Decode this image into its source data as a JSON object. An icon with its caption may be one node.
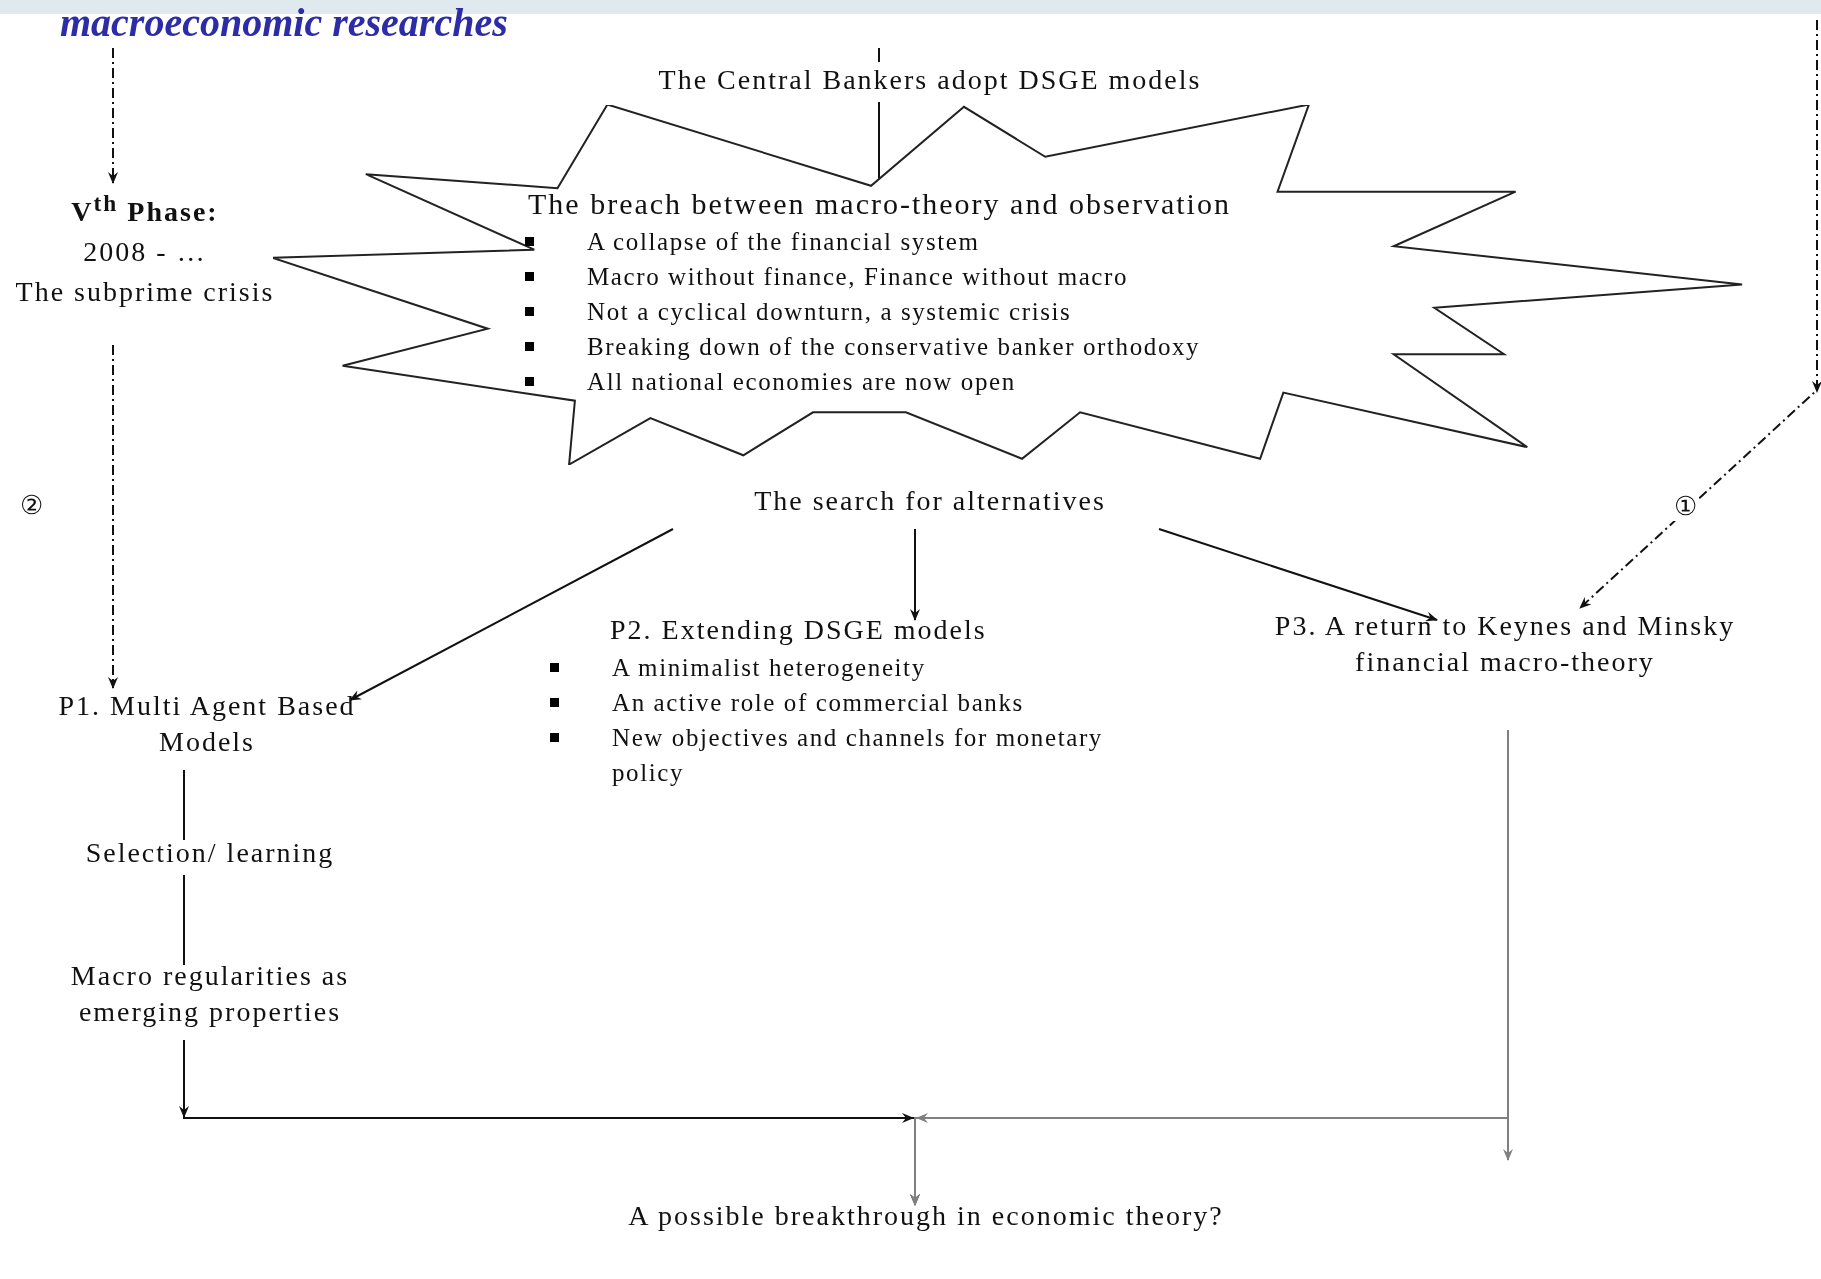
{
  "diagram": {
    "title": "macroeconomic researches",
    "nodes": [
      {
        "text": [
          "The Central Bankers adopt DSGE models"
        ]
      },
      {
        "text": [
          "The breach between macro-theory and observation",
          "A collapse of the financial system",
          "Macro without finance, Finance without macro",
          "Not a cyclical downturn, a systemic crisis",
          "Breaking down of the conservative banker orthodoxy",
          "All national economies are now open"
        ]
      },
      {
        "text": [
          "V$^{th}$ Phase:",
          "2008 - …",
          "The subprime crisis"
        ]
      },
      {
        "text": [
          "The search for alternatives"
        ]
      },
      {
        "text": [
          "P1. Multi Agent Based Models"
        ]
      },
      {
        "text": [
          "P2. Extending DSGE models",
          "A minimalist heterogeneity",
          "An active role of commercial banks",
          "New objectives and channels for monetary policy"
        ]
      },
      {
        "text": [
          "P3. A return to Keynes and Minsky financial macro-theory"
        ]
      },
      {
        "text": [
          "Selection/ learning"
        ]
      },
      {
        "text": [
          "Macro regularities as emerging properties"
        ]
      },
      {
        "text": [
          "A possible breakthrough in economic theory?"
        ]
      }
    ],
    "edges": [
      {
        "from": null,
        "to": 0,
        "arrow": "none"
      },
      {
        "from": 0,
        "to": 1,
        "arrow": "none"
      },
      {
        "from": null,
        "to": 2,
        "arrow": "to",
        "style": "dashed"
      },
      {
        "from": 2,
        "to": 4,
        "arrow": "to",
        "style": "dashed",
        "label": "②"
      },
      {
        "from": null,
        "to": 6,
        "arrow": "to",
        "style": "dashed",
        "label": "①"
      },
      {
        "from": 3,
        "to": 4,
        "arrow": "to"
      },
      {
        "from": 3,
        "to": 5,
        "arrow": "to"
      },
      {
        "from": 3,
        "to": 6,
        "arrow": "to"
      },
      {
        "from": 4,
        "to": 7,
        "arrow": "none"
      },
      {
        "from": 7,
        "to": 8,
        "arrow": "none"
      },
      {
        "from": 8,
        "to": 9,
        "arrow": "to"
      },
      {
        "from": 6,
        "to": 9,
        "arrow": "to",
        "color": "#808080"
      },
      {
        "from": 6,
        "to": null,
        "arrow": "to",
        "color": "#808080"
      }
    ]
  }
}
